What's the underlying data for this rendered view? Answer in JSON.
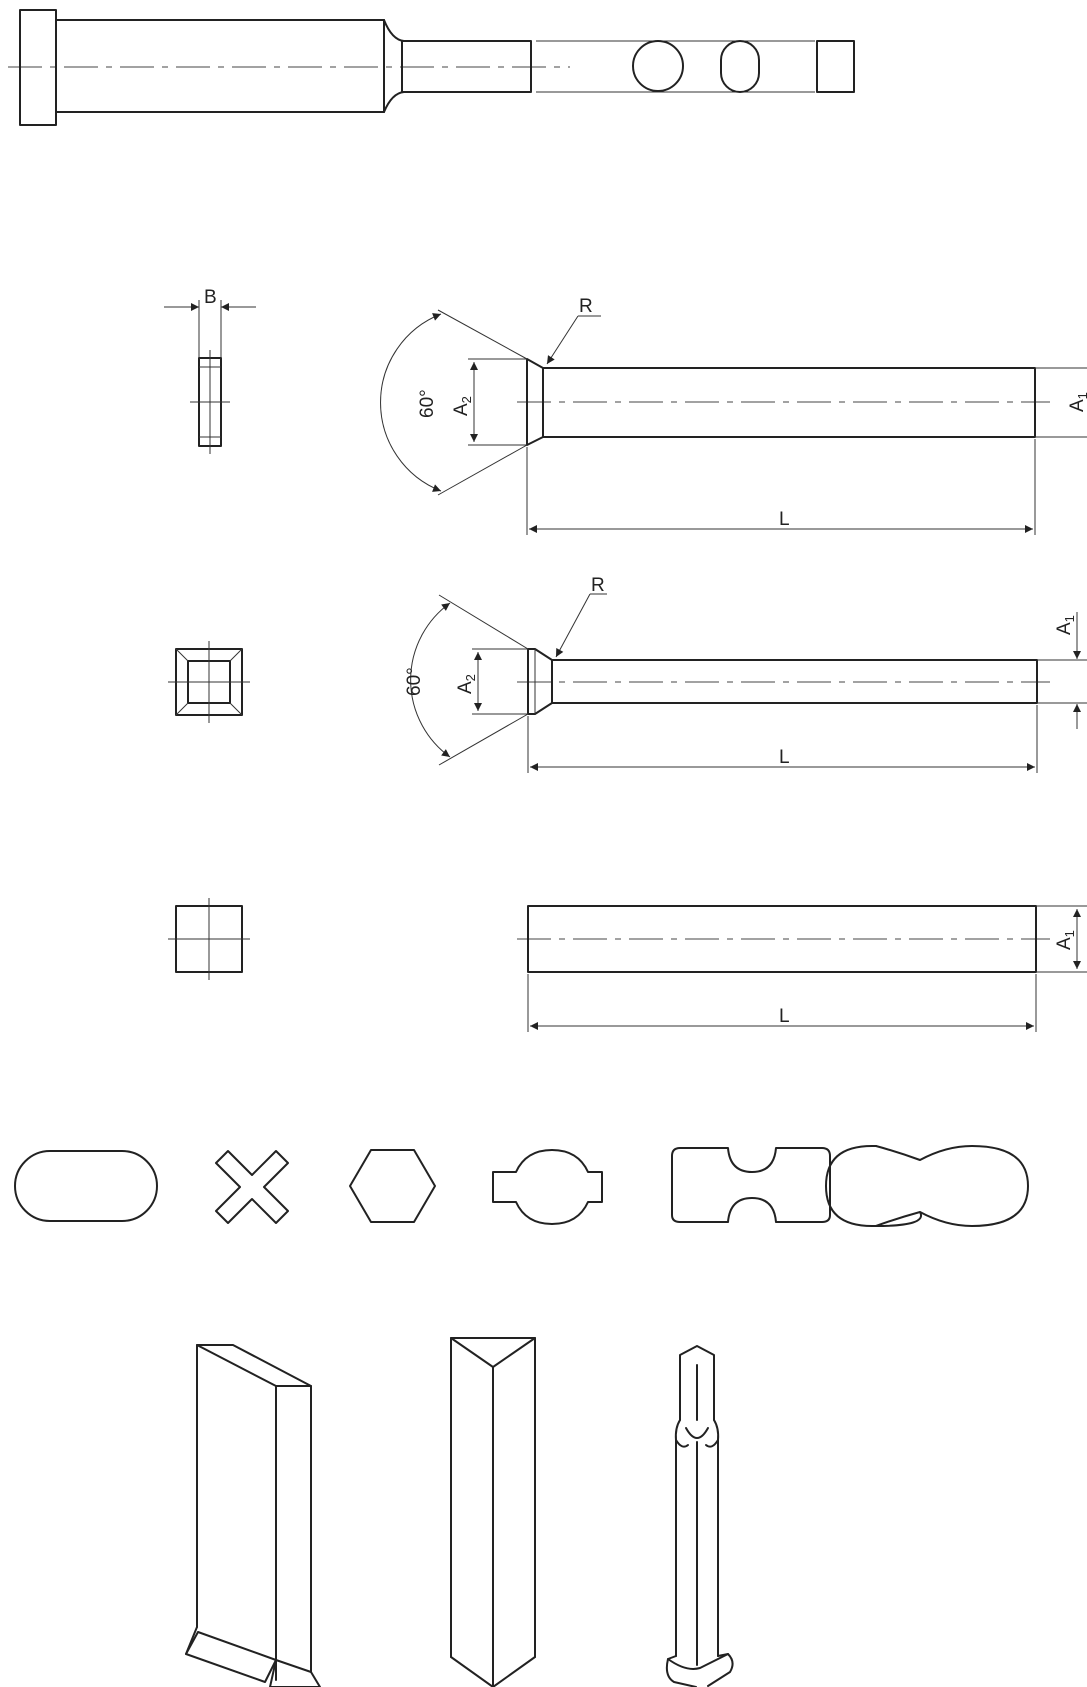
{
  "labels": {
    "width": "B",
    "radius": "R",
    "angle": "60°",
    "small_dia_letter": "A",
    "small_dia_sub": "2",
    "large_dia_letter": "A",
    "large_dia_sub": "1",
    "length": "L"
  }
}
